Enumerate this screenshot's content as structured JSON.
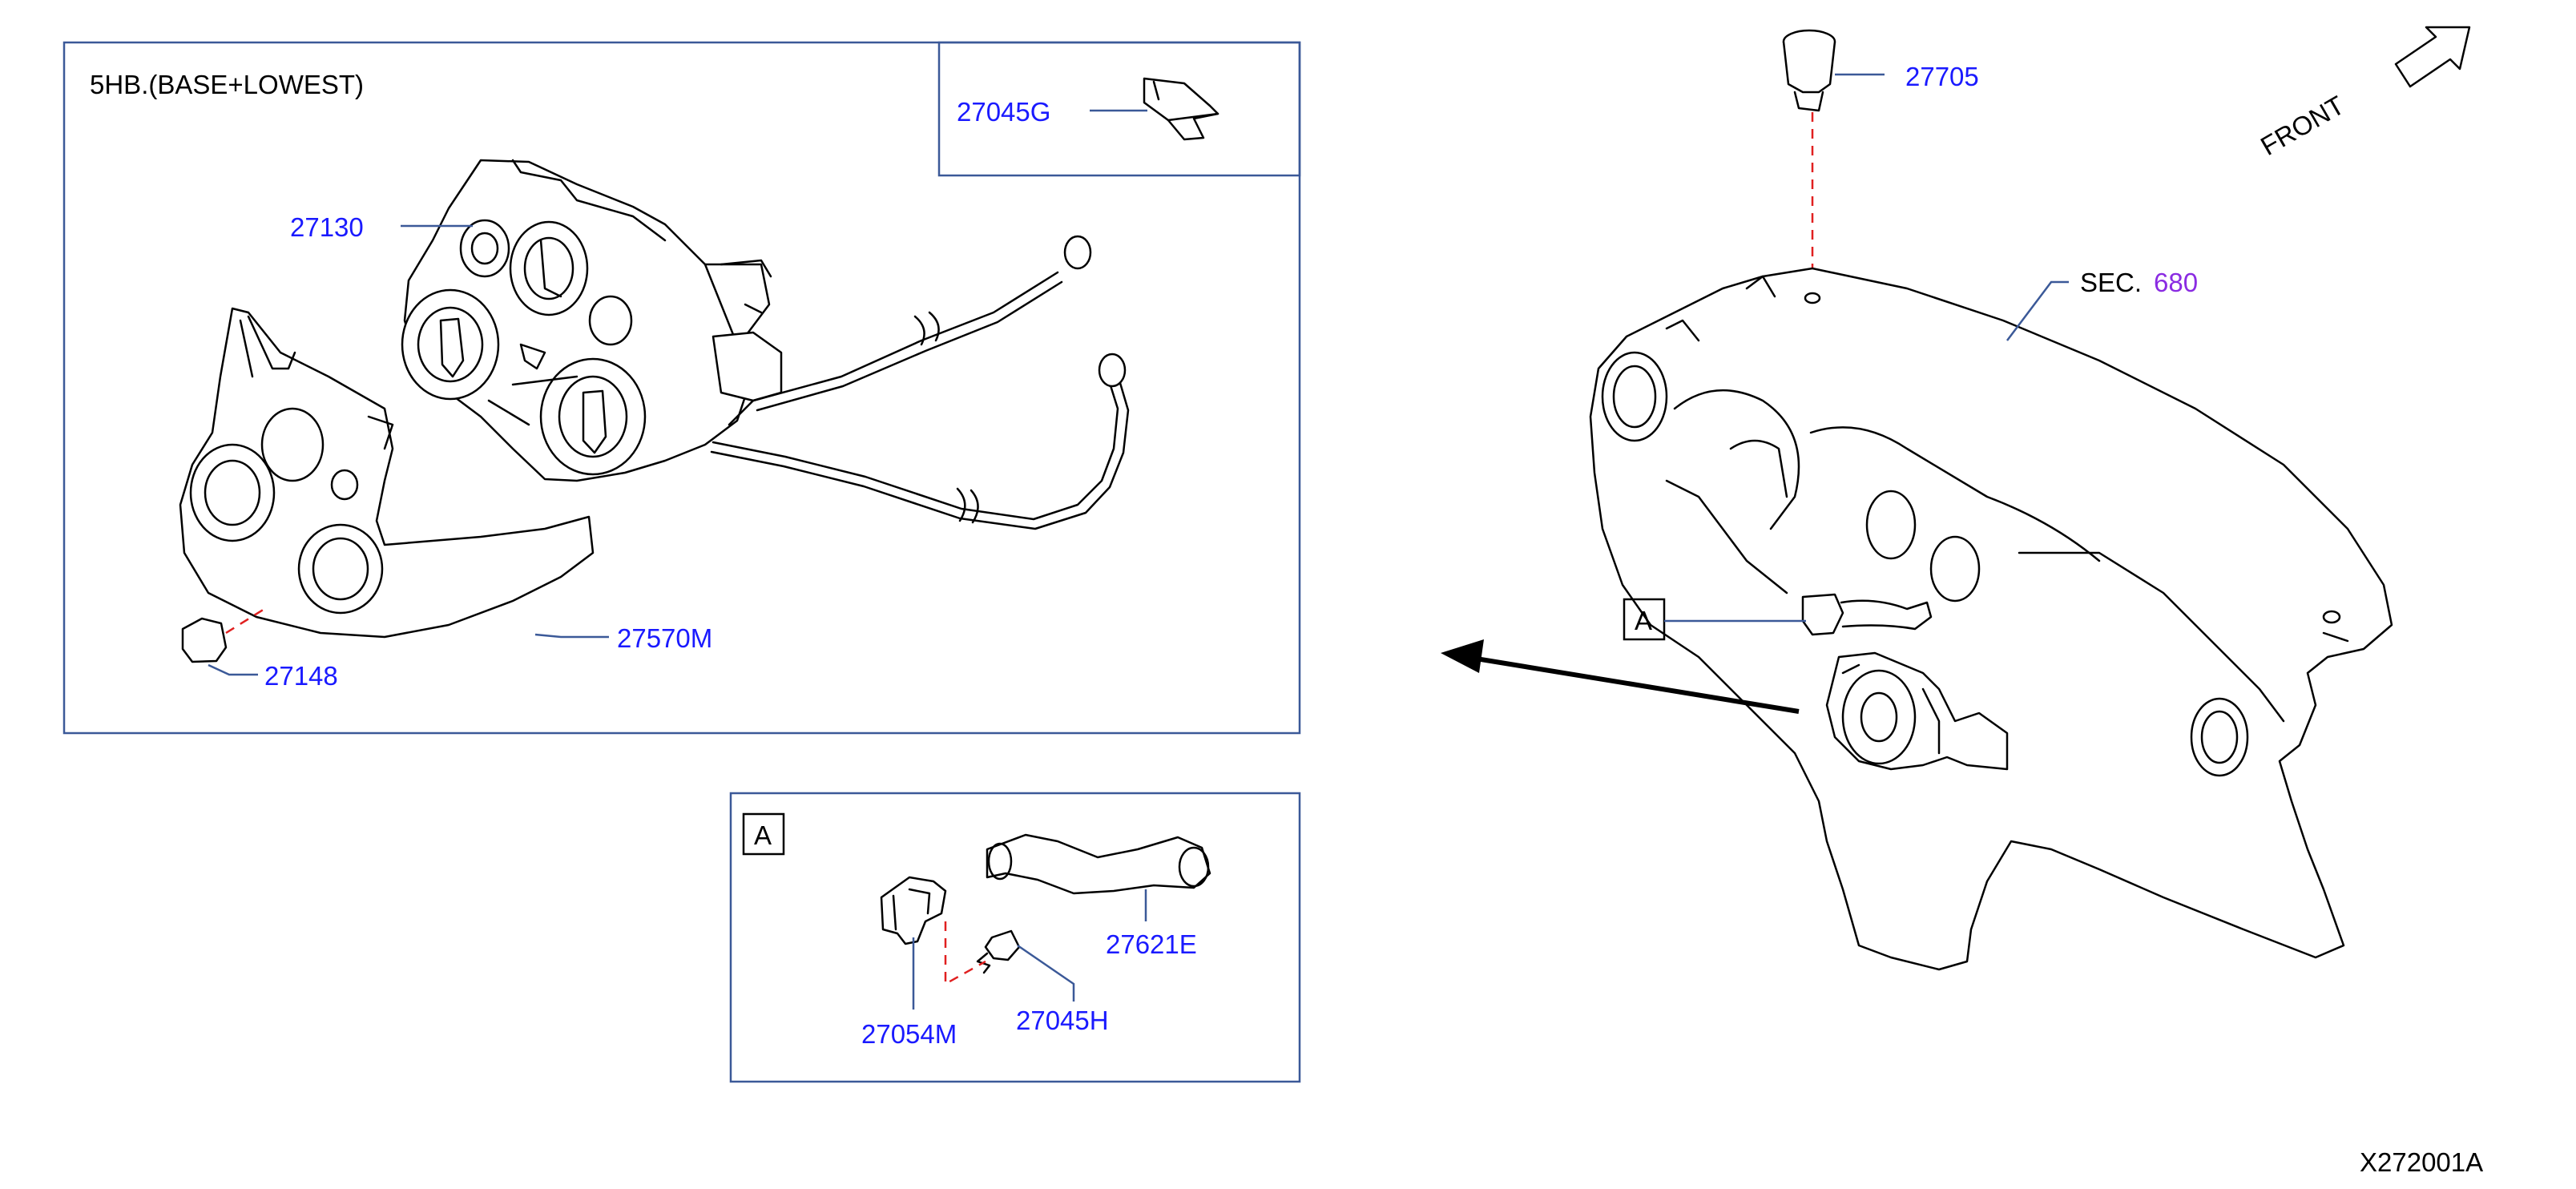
{
  "colors": {
    "part_number": "#1a1aff",
    "section_number": "#8a2be2",
    "frame": "#3b5998",
    "leader": "#3b5998",
    "dashed_guide": "#e02020",
    "drawing": "#000000"
  },
  "panel_main": {
    "variant_label": "5HB.(BASE+LOWEST)",
    "parts": {
      "p27130": "27130",
      "p27045G": "27045G",
      "p27570M": "27570M",
      "p27148": "27148"
    }
  },
  "panel_a": {
    "box_label": "A",
    "parts": {
      "p27054M": "27054M",
      "p27045H": "27045H",
      "p27621E": "27621E"
    }
  },
  "dashboard": {
    "p27705": "27705",
    "sec_prefix": "SEC.",
    "sec_number": "680",
    "callout_label": "A",
    "front_label": "FRONT"
  },
  "drawing_code": "X272001A"
}
